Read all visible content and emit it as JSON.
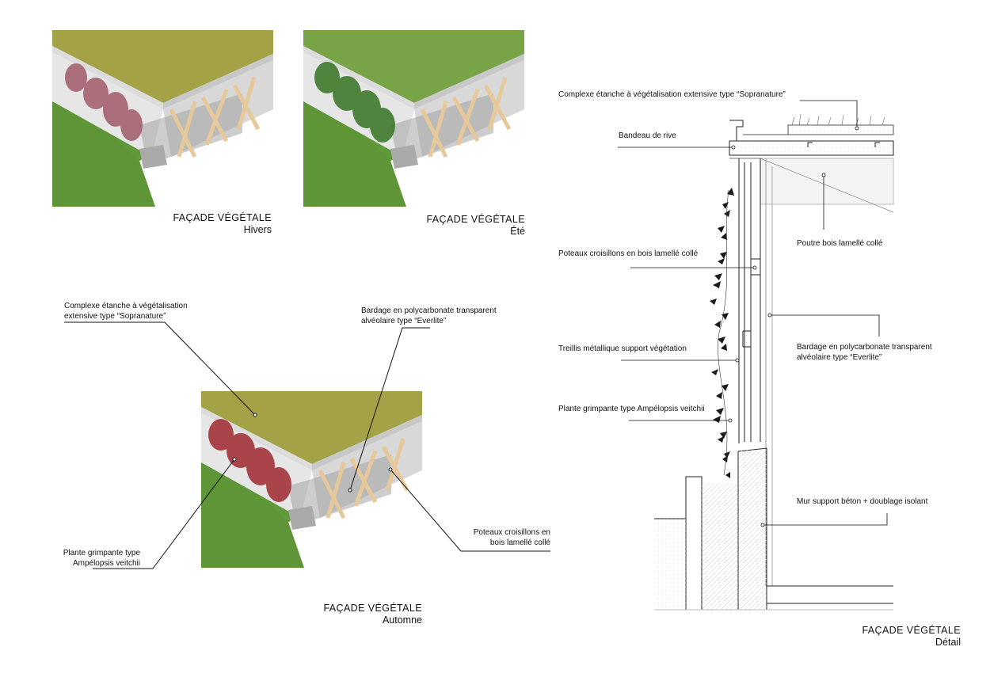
{
  "views": {
    "hivers": {
      "title": "FAÇADE VÉGÉTALE",
      "subtitle": "Hivers"
    },
    "ete": {
      "title": "FAÇADE VÉGÉTALE",
      "subtitle": "Été"
    },
    "automne": {
      "title": "FAÇADE VÉGÉTALE",
      "subtitle": "Automne"
    },
    "detail": {
      "title": "FAÇADE VÉGÉTALE",
      "subtitle": "Détail"
    }
  },
  "automne_labels": {
    "complexe_line1": "Complexe étanche à végétalisation",
    "complexe_line2": "extensive type “Sopranature”",
    "bardage_line1": "Bardage en polycarbonate transparent",
    "bardage_line2": "alvéolaire type “Everlite”",
    "plante_line1": "Plante grimpante type",
    "plante_line2": "Ampélopsis veitchii",
    "poteaux_line1": "Poteaux croisillons en",
    "poteaux_line2": "bois lamellé collé"
  },
  "detail_labels": {
    "complexe": "Complexe étanche à végétalisation extensive type “Sopranature”",
    "bandeau": "Bandeau de rive",
    "poutre": "Poutre bois lamellé collé",
    "poteaux": "Poteaux croisillons en bois lamellé collé",
    "bardage_line1": "Bardage en polycarbonate transparent",
    "bardage_line2": "alvéolaire type “Everlite”",
    "treillis": "Treillis métallique support végétation",
    "plante": "Plante grimpante type Ampélopsis veitchii",
    "mur": "Mur support béton + doublage isolant"
  },
  "colors": {
    "grass": "#5f9a3a",
    "roof_autumn": "#a3a247",
    "roof_summer": "#78a447",
    "wood": "#e6c89a",
    "foliage_winter": "#a15b6a",
    "foliage_summer": "#3f7a2c",
    "foliage_autumn": "#a3343a"
  }
}
